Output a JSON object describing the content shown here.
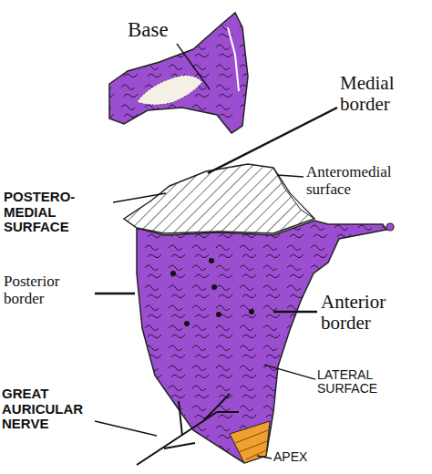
{
  "diagram": {
    "labels": [
      "Base",
      "Medial border",
      "Anteromedial surface",
      "POSTERO-MEDIAL SURFACE",
      "Posterior border",
      "Anterior border",
      "LATERAL SURFACE",
      "GREAT AURICULAR NERVE",
      "APEX"
    ]
  }
}
